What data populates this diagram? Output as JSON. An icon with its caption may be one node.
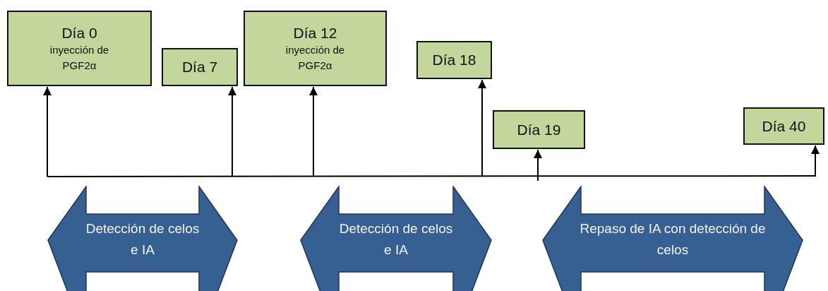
{
  "diagram": {
    "nodes": [
      {
        "text": [
          "Día 0",
          "inyección de PGF2α"
        ]
      },
      {
        "text": [
          "Día 7"
        ]
      },
      {
        "text": [
          "Día 12",
          "inyección de PGF2α"
        ]
      },
      {
        "text": [
          "Día 18"
        ]
      },
      {
        "text": [
          "Día 19"
        ]
      },
      {
        "text": [
          "Día 40"
        ]
      },
      {
        "text": [
          "Detección de celos e IA"
        ]
      },
      {
        "text": [
          "Detección de celos e IA"
        ]
      },
      {
        "text": [
          "Repaso de IA con detección de celos"
        ]
      }
    ],
    "edges": [
      {
        "from": null,
        "to": 0,
        "arrow": "to"
      },
      {
        "from": null,
        "to": 1,
        "arrow": "to"
      },
      {
        "from": null,
        "to": 2,
        "arrow": "to"
      },
      {
        "from": null,
        "to": 3,
        "arrow": "to"
      },
      {
        "from": null,
        "to": 4,
        "arrow": "to"
      },
      {
        "from": null,
        "to": 5,
        "arrow": "to"
      }
    ]
  }
}
